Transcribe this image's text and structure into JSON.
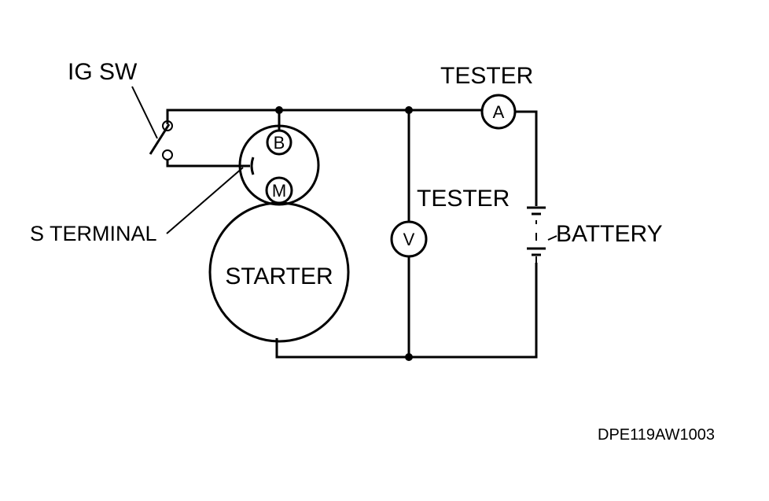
{
  "labels": {
    "ig_sw": "IG SW",
    "s_terminal": "S TERMINAL",
    "starter": "STARTER",
    "tester_ammeter": "TESTER",
    "tester_voltmeter": "TESTER",
    "battery": "BATTERY",
    "terminal_b": "B",
    "terminal_m": "M",
    "ammeter_symbol": "A",
    "voltmeter_symbol": "V",
    "figure_code": "DPE119AW1003"
  }
}
